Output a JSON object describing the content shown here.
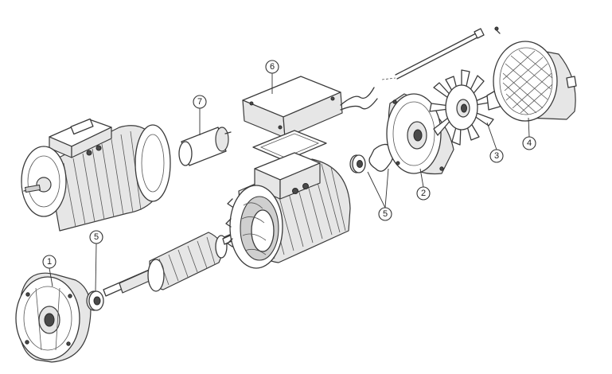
{
  "callouts": [
    {
      "id": "c1",
      "label": "1"
    },
    {
      "id": "c2",
      "label": "2"
    },
    {
      "id": "c3",
      "label": "3"
    },
    {
      "id": "c4",
      "label": "4"
    },
    {
      "id": "c5a",
      "label": "5"
    },
    {
      "id": "c5b",
      "label": "5"
    },
    {
      "id": "c6",
      "label": "6"
    },
    {
      "id": "c7",
      "label": "7"
    }
  ]
}
